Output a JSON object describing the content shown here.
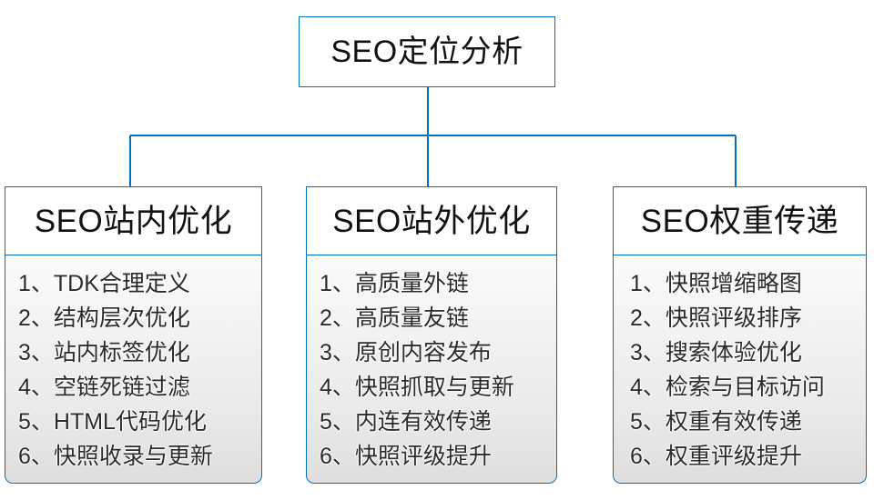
{
  "theme": {
    "border_color": "#0070c0",
    "connector_color": "#0070c0",
    "header_fill": "#ffffff",
    "list_fill_top": "#fbfbfb",
    "list_fill_bottom": "#dedede",
    "text_color": "#111111",
    "page_background": "#ffffff"
  },
  "root": {
    "title": "SEO定位分析"
  },
  "columns": [
    {
      "title": "SEO站内优化",
      "items": [
        "1、TDK合理定义",
        "2、结构层次优化",
        "3、站内标签优化",
        "4、空链死链过滤",
        "5、HTML代码优化",
        "6、快照收录与更新"
      ]
    },
    {
      "title": "SEO站外优化",
      "items": [
        "1、高质量外链",
        "2、高质量友链",
        "3、原创内容发布",
        "4、快照抓取与更新",
        "5、内连有效传递",
        "6、快照评级提升"
      ]
    },
    {
      "title": "SEO权重传递",
      "items": [
        "1、快照增缩略图",
        "2、快照评级排序",
        "3、搜索体验优化",
        "4、检索与目标访问",
        "5、权重有效传递",
        "6、权重评级提升"
      ]
    }
  ]
}
